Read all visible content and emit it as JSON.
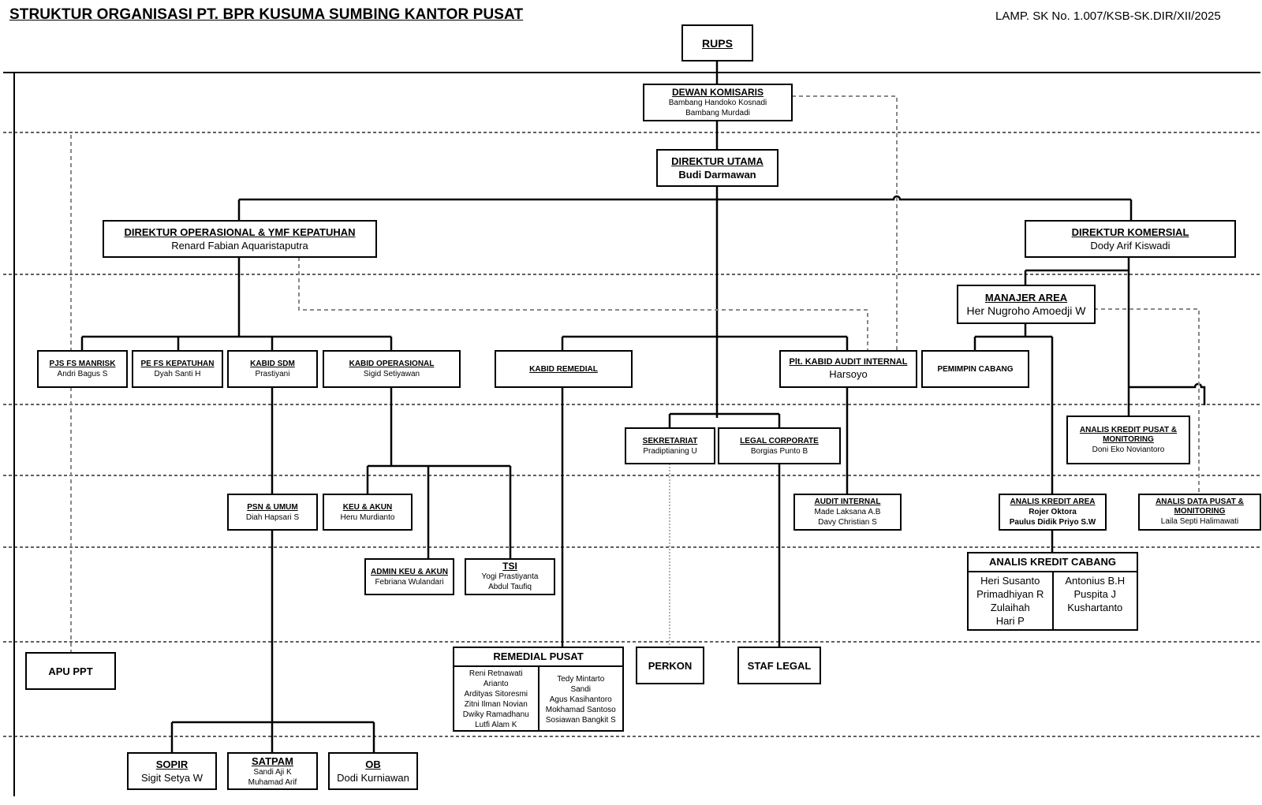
{
  "header": {
    "title": "STRUKTUR ORGANISASI PT. BPR KUSUMA SUMBING KANTOR PUSAT",
    "reference": "LAMP. SK No. 1.007/KSB-SK.DIR/XII/2025"
  },
  "nodes": {
    "rups": {
      "title": "RUPS"
    },
    "dewan_komisaris": {
      "title": "DEWAN KOMISARIS",
      "names": [
        "Bambang Handoko Kosnadi",
        "Bambang Murdadi"
      ]
    },
    "direktur_utama": {
      "title": "DIREKTUR UTAMA",
      "names": [
        "Budi Darmawan"
      ]
    },
    "direktur_operasional": {
      "title": "DIREKTUR OPERASIONAL & YMF KEPATUHAN",
      "names": [
        "Renard Fabian Aquaristaputra"
      ]
    },
    "direktur_komersial": {
      "title": "DIREKTUR KOMERSIAL",
      "names": [
        "Dody Arif Kiswadi"
      ]
    },
    "manajer_area": {
      "title": "MANAJER AREA",
      "names": [
        "Her Nugroho Amoedji W"
      ]
    },
    "pjs_manrisk": {
      "title": "PJS FS MANRISK",
      "names": [
        "Andri Bagus S"
      ]
    },
    "pe_kepatuhan": {
      "title": "PE FS KEPATUHAN",
      "names": [
        "Dyah Santi H"
      ]
    },
    "kabid_sdm": {
      "title": "KABID SDM",
      "names": [
        "Prastiyani"
      ]
    },
    "kabid_operasional": {
      "title": "KABID OPERASIONAL",
      "names": [
        "Sigid Setiyawan"
      ]
    },
    "kabid_remedial": {
      "title": "KABID REMEDIAL"
    },
    "kabid_audit": {
      "title": "Plt. KABID AUDIT INTERNAL",
      "names": [
        "Harsoyo"
      ]
    },
    "pemimpin_cabang": {
      "title": "PEMIMPIN CABANG"
    },
    "sekretariat": {
      "title": "SEKRETARIAT",
      "names": [
        "Pradiptianing U"
      ]
    },
    "legal_corporate": {
      "title": "LEGAL CORPORATE",
      "names": [
        "Borgias Punto B"
      ]
    },
    "analis_kredit_pusat": {
      "title": "ANALIS KREDIT PUSAT & MONITORING",
      "names": [
        "Doni Eko Noviantoro"
      ]
    },
    "psn_umum": {
      "title": "PSN & UMUM",
      "names": [
        "Diah Hapsari S"
      ]
    },
    "keu_akun": {
      "title": "KEU & AKUN",
      "names": [
        "Heru Murdianto"
      ]
    },
    "audit_internal": {
      "title": "AUDIT INTERNAL",
      "names": [
        "Made Laksana A.B",
        "Davy Christian S"
      ]
    },
    "analis_kredit_area": {
      "title": "ANALIS KREDIT AREA",
      "names": [
        "Rojer Oktora",
        "Paulus Didik Priyo S.W"
      ]
    },
    "analis_data_pusat": {
      "title": "ANALIS DATA PUSAT & MONITORING",
      "names": [
        "Laila Septi Halimawati"
      ]
    },
    "admin_keu": {
      "title": "ADMIN KEU & AKUN",
      "names": [
        "Febriana Wulandari"
      ]
    },
    "tsi": {
      "title": "TSI",
      "names": [
        "Yogi Prastiyanta",
        "Abdul Taufiq"
      ]
    },
    "apu_ppt": {
      "title": "APU PPT"
    },
    "perkon": {
      "title": "PERKON"
    },
    "staf_legal": {
      "title": "STAF LEGAL"
    },
    "sopir": {
      "title": "SOPIR",
      "names": [
        "Sigit Setya W"
      ]
    },
    "satpam": {
      "title": "SATPAM",
      "names": [
        "Sandi Aji K",
        "Muhamad Arif"
      ]
    },
    "ob": {
      "title": "OB",
      "names": [
        "Dodi Kurniawan"
      ]
    }
  },
  "groups": {
    "analis_kredit_cabang": {
      "title": "ANALIS KREDIT CABANG",
      "left": [
        "Heri Susanto",
        "Primadhiyan R",
        "Zulaihah",
        "Hari P"
      ],
      "right": [
        "Antonius B.H",
        "Puspita J",
        "Kushartanto"
      ]
    },
    "remedial_pusat": {
      "title": "REMEDIAL PUSAT",
      "left": [
        "Reni Retnawati",
        "Arianto",
        "Ardityas Sitoresmi",
        "Zitni Ilman Novian",
        "Dwiky Ramadhanu",
        "Lutfi Alam K"
      ],
      "right": [
        "Tedy Mintarto",
        "Sandi",
        "Agus Kasihantoro",
        "Mokhamad Santoso",
        "Sosiawan Bangkit S"
      ]
    }
  }
}
